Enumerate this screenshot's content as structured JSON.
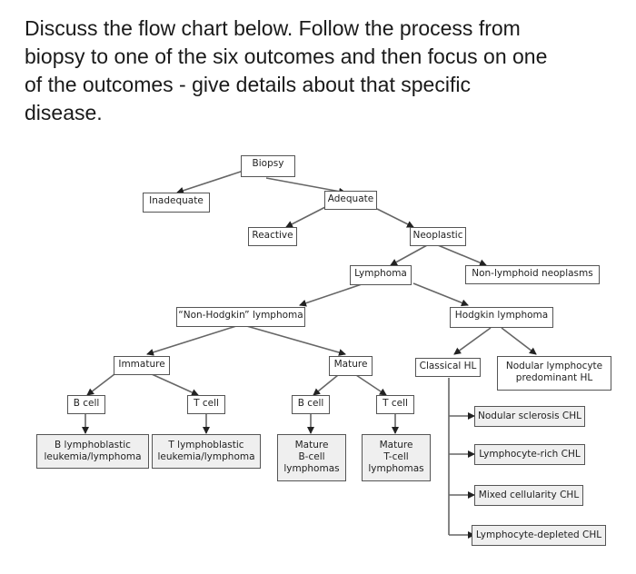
{
  "question": {
    "lines": [
      "Discuss the flow chart below. Follow the process from",
      "biopsy to one of the six outcomes and then focus on one",
      "of the outcomes - give details about that specific",
      "disease."
    ]
  },
  "flowchart": {
    "biopsy": "Biopsy",
    "inadequate": "Inadequate",
    "adequate": "Adequate",
    "reactive": "Reactive",
    "neoplastic": "Neoplastic",
    "lymphoma": "Lymphoma",
    "non_lymphoid": "Non-lymphoid neoplasms",
    "non_hodgkin": "“Non-Hodgkin” lymphoma",
    "hodgkin": "Hodgkin lymphoma",
    "immature": "Immature",
    "mature": "Mature",
    "classical_hl": "Classical HL",
    "nlp_hl": [
      "Nodular lymphocyte",
      "predominant HL"
    ],
    "b_cell_immature": "B cell",
    "t_cell_immature": "T cell",
    "b_cell_mature": "B cell",
    "t_cell_mature": "T cell",
    "b_lymphoblastic": [
      "B lymphoblastic",
      "leukemia/lymphoma"
    ],
    "t_lymphoblastic": [
      "T lymphoblastic",
      "leukemia/lymphoma"
    ],
    "mature_b": [
      "Mature",
      "B-cell",
      "lymphomas"
    ],
    "mature_t": [
      "Mature",
      "T-cell",
      "lymphomas"
    ],
    "nodular_sclerosis": "Nodular sclerosis CHL",
    "lymphocyte_rich": "Lymphocyte-rich CHL",
    "mixed_cellularity": "Mixed cellularity CHL",
    "lymphocyte_depleted": "Lymphocyte-depleted CHL"
  }
}
